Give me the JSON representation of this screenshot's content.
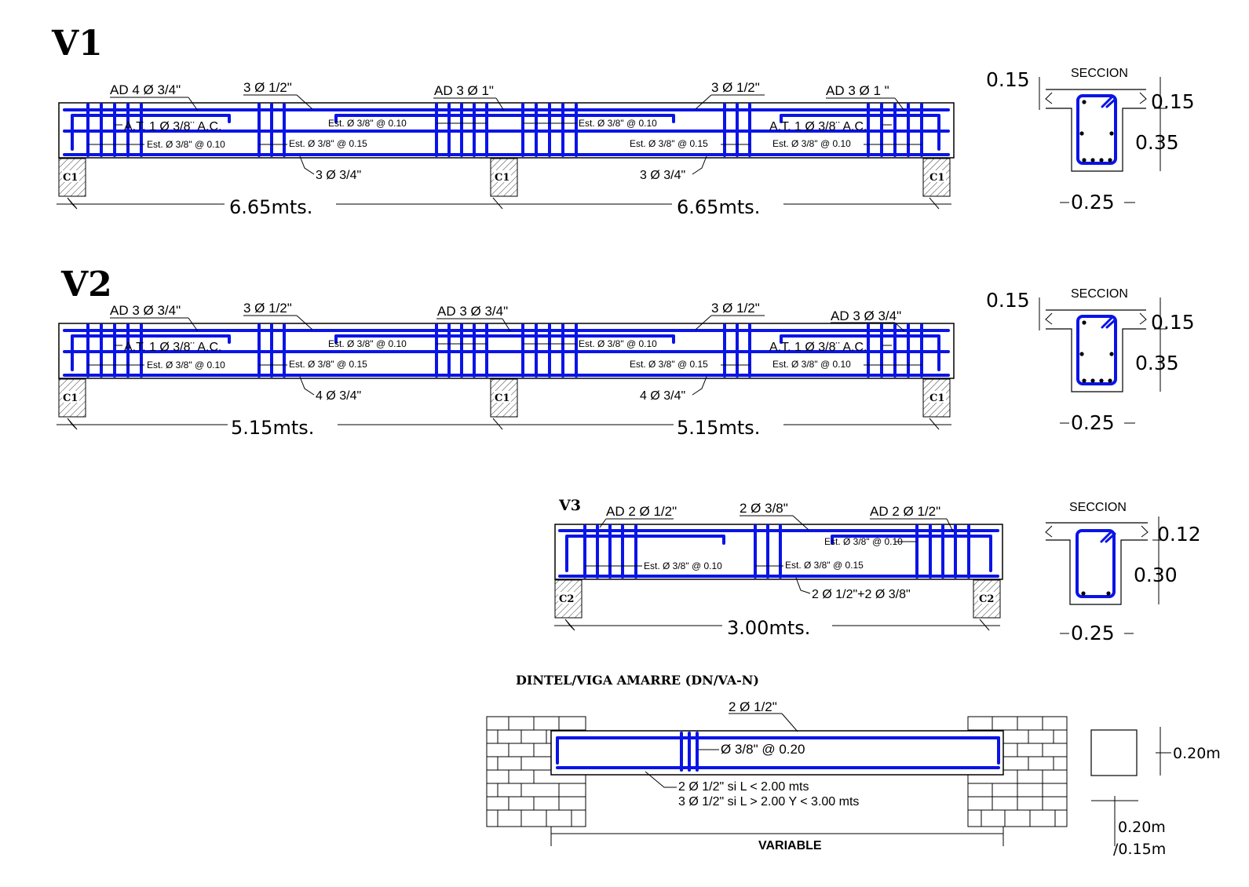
{
  "v1": {
    "title": "V1",
    "labels": {
      "top_ad_left": "AD 4 Ø 3/4\"",
      "top_bar_1": "3 Ø 1/2\"",
      "top_ad_mid": "AD 3 Ø 1\"",
      "top_bar_2": "3 Ø 1/2\"",
      "top_ad_right": "AD 3 Ø 1 \"",
      "at_left": "A.T. 1 Ø 3/8¨ A.C.",
      "at_right": "A.T. 1 Ø 3/8¨ A.C.",
      "est_mid_1": "Est. Ø 3/8\" @ 0.10",
      "est_mid_2": "Est. Ø 3/8\" @ 0.10",
      "est_low_1": "Est. Ø 3/8\" @ 0.10",
      "est_low_2": "Est. Ø 3/8\" @ 0.15",
      "est_low_3": "Est. Ø 3/8\" @ 0.15",
      "est_low_4": "Est. Ø 3/8\" @ 0.10",
      "bottom_1": "3 Ø 3/4\"",
      "bottom_2": "3 Ø 3/4\"",
      "col_1": "C1",
      "col_2": "C1",
      "col_3": "C1",
      "span_1": "6.65mts.",
      "span_2": "6.65mts."
    },
    "section": {
      "title": "SECCION",
      "slab_left": "0.15",
      "slab_right": "0.15",
      "depth": "0.35",
      "width": "0.25"
    }
  },
  "v2": {
    "title": "V2",
    "labels": {
      "top_ad_left": "AD 3 Ø 3/4\"",
      "top_bar_1": "3 Ø 1/2\"",
      "top_ad_mid": "AD 3 Ø 3/4\"",
      "top_bar_2": "3 Ø 1/2\"",
      "top_ad_right": "AD 3 Ø 3/4\"",
      "at_left": "A.T. 1 Ø 3/8¨ A.C.",
      "at_right": "A.T. 1 Ø 3/8¨ A.C.",
      "est_mid_1": "Est. Ø 3/8\" @ 0.10",
      "est_mid_2": "Est. Ø 3/8\" @ 0.10",
      "est_low_1": "Est. Ø 3/8\" @ 0.10",
      "est_low_2": "Est. Ø 3/8\" @ 0.15",
      "est_low_3": "Est. Ø 3/8\" @ 0.15",
      "est_low_4": "Est. Ø 3/8\" @ 0.10",
      "bottom_1": "4 Ø 3/4\"",
      "bottom_2": "4 Ø 3/4\"",
      "col_1": "C1",
      "col_2": "C1",
      "col_3": "C1",
      "span_1": "5.15mts.",
      "span_2": "5.15mts."
    },
    "section": {
      "title": "SECCION",
      "slab_left": "0.15",
      "slab_right": "0.15",
      "depth": "0.35",
      "width": "0.25"
    }
  },
  "v3": {
    "title": "V3",
    "labels": {
      "top_ad_left": "AD 2 Ø 1/2\"",
      "top_bar": "2 Ø 3/8\"",
      "top_ad_right": "AD 2 Ø 1/2\"",
      "est_top_right": "Est. Ø 3/8\" @ 0.10",
      "est_low_1": "Est. Ø 3/8\" @ 0.10",
      "est_low_2": "Est. Ø 3/8\" @ 0.15",
      "bottom": "2 Ø 1/2\"+2 Ø 3/8\"",
      "col_1": "C2",
      "col_2": "C2",
      "span": "3.00mts."
    },
    "section": {
      "title": "SECCION",
      "slab_right": "0.12",
      "depth": "0.30",
      "width": "0.25"
    }
  },
  "dintel": {
    "title": "DINTEL/VIGA AMARRE (DN/VA-N)",
    "top_bar": "2 Ø 1/2\"",
    "stirrup": "Ø 3/8\" @ 0.20",
    "bottom_line_1": "2 Ø 1/2\" si L < 2.00 mts",
    "bottom_line_2": "3 Ø 1/2\" si L > 2.00 Y < 3.00 mts",
    "span": "VARIABLE",
    "section_height": "0.20m",
    "section_width_1": "0.20m",
    "section_width_2": "/0.15m"
  },
  "colors": {
    "rebar": "#0a14e6",
    "line": "#000000"
  }
}
